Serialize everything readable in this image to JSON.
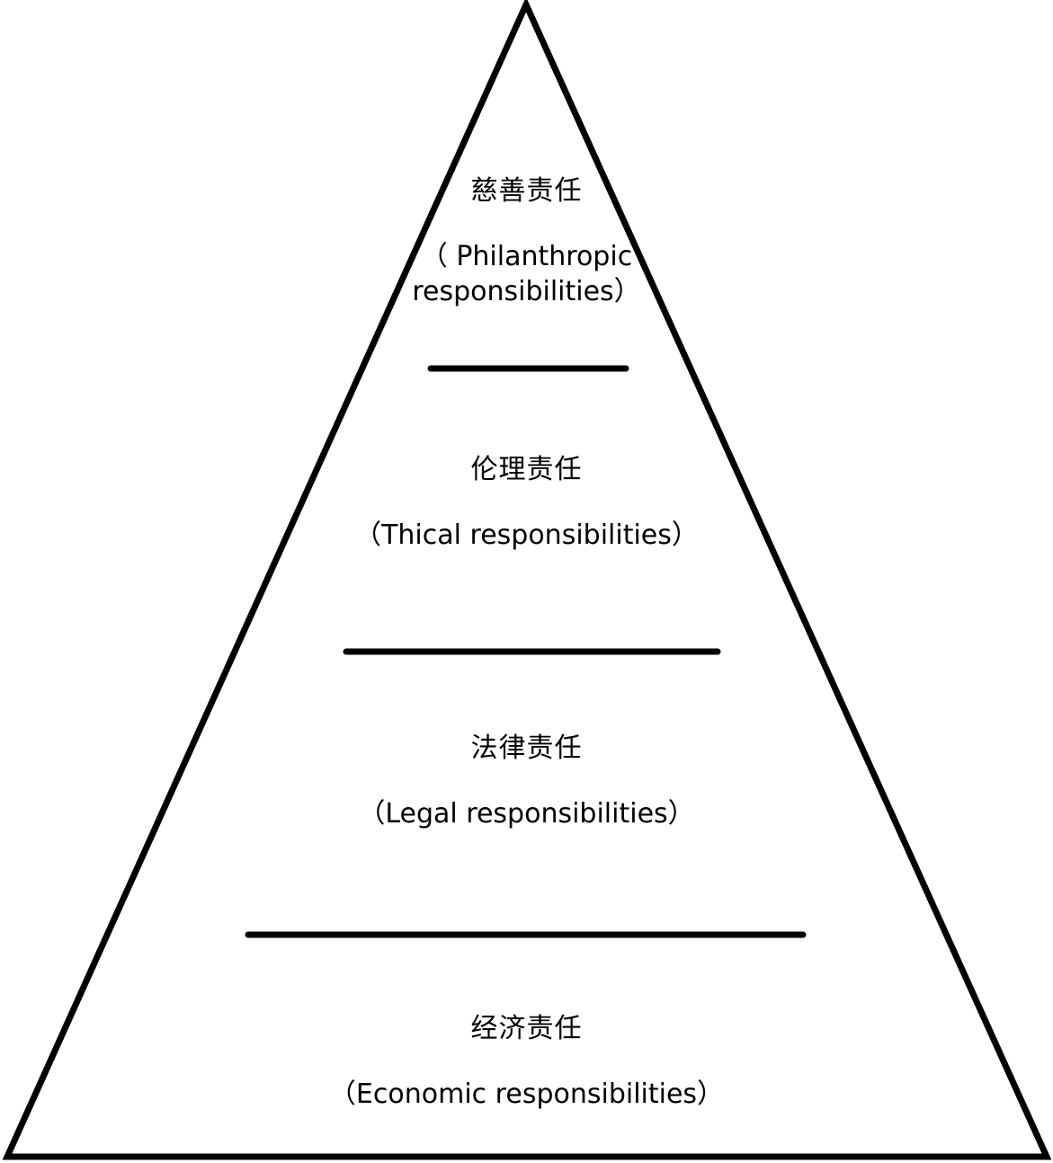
{
  "diagram": {
    "layers": [
      {
        "cn": "慈善责任",
        "en_line1": "（ Philanthropic",
        "en_line2": "responsibilities）"
      },
      {
        "cn": "伦理责任",
        "en": "（Thical responsibilities）"
      },
      {
        "cn": "法律责任",
        "en": "（Legal responsibilities）"
      },
      {
        "cn": "经济责任",
        "en": "（Economic responsibilities）"
      }
    ],
    "stroke_color": "#000000",
    "background_color": "#ffffff"
  }
}
